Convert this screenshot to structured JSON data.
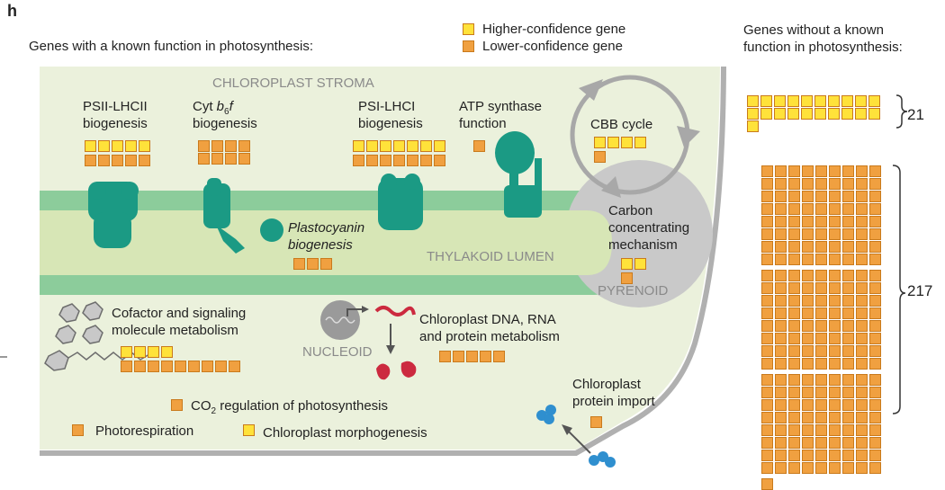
{
  "panel_letter": "h",
  "known_title": "Genes with a known function in photosynthesis:",
  "unknown_title_1": "Genes without a known",
  "unknown_title_2": "function in photosynthesis:",
  "legend": {
    "higher": "Higher-confidence gene",
    "lower": "Lower-confidence gene",
    "higher_color": "#ffe23a",
    "lower_color": "#f0a040"
  },
  "regions": {
    "stroma": "CHLOROPLAST STROMA",
    "lumen": "THYLAKOID LUMEN",
    "pyrenoid": "PYRENOID",
    "nucleoid": "NUCLEOID"
  },
  "categories": {
    "psii": {
      "line1": "PSII-LHCII",
      "line2": "biogenesis",
      "higher": 5,
      "lower": 5
    },
    "cyt": {
      "line1a": "Cyt ",
      "line1b": "b",
      "line1sub": "6",
      "line1c": "f",
      "line2": "biogenesis",
      "higher": 0,
      "lower": 8
    },
    "psi": {
      "line1": "PSI-LHCI",
      "line2": "biogenesis",
      "higher": 7,
      "lower": 7
    },
    "atp": {
      "line1": "ATP synthase",
      "line2": "function",
      "higher": 0,
      "lower": 1
    },
    "cbb": {
      "line1": "CBB cycle",
      "higher": 4,
      "lower": 1
    },
    "ccm": {
      "line1": "Carbon",
      "line2": "concentrating",
      "line3": "mechanism",
      "higher": 2,
      "lower": 1
    },
    "plastocyanin": {
      "line1": "Plastocyanin",
      "line2": "biogenesis",
      "higher": 0,
      "lower": 3
    },
    "cofactor": {
      "line1": "Cofactor and signaling",
      "line2": "molecule metabolism",
      "higher": 4,
      "lower": 9
    },
    "dna": {
      "line1": "Chloroplast DNA, RNA",
      "line2": "and protein metabolism",
      "higher": 0,
      "lower": 5
    },
    "co2": {
      "line1a": "CO",
      "sub": "2",
      "line1b": " regulation of photosynthesis",
      "higher": 0,
      "lower": 1
    },
    "photoresp": {
      "line1": "Photorespiration",
      "higher": 0,
      "lower": 1
    },
    "morpho": {
      "line1": "Chloroplast morphogenesis",
      "higher": 1,
      "lower": 0
    },
    "import": {
      "line1": "Chloroplast",
      "line2": "protein import",
      "higher": 0,
      "lower": 1
    }
  },
  "unknown": {
    "higher_count_label": "21",
    "lower_count_label": "217"
  },
  "colors": {
    "stroma_bg": "#ebf1dc",
    "membrane": "#8ccc9b",
    "lumen": "#d7e6b6",
    "protein": "#1b9a84",
    "pyrenoid": "#c9c9c9",
    "cell_wall": "#b0b0b0"
  }
}
